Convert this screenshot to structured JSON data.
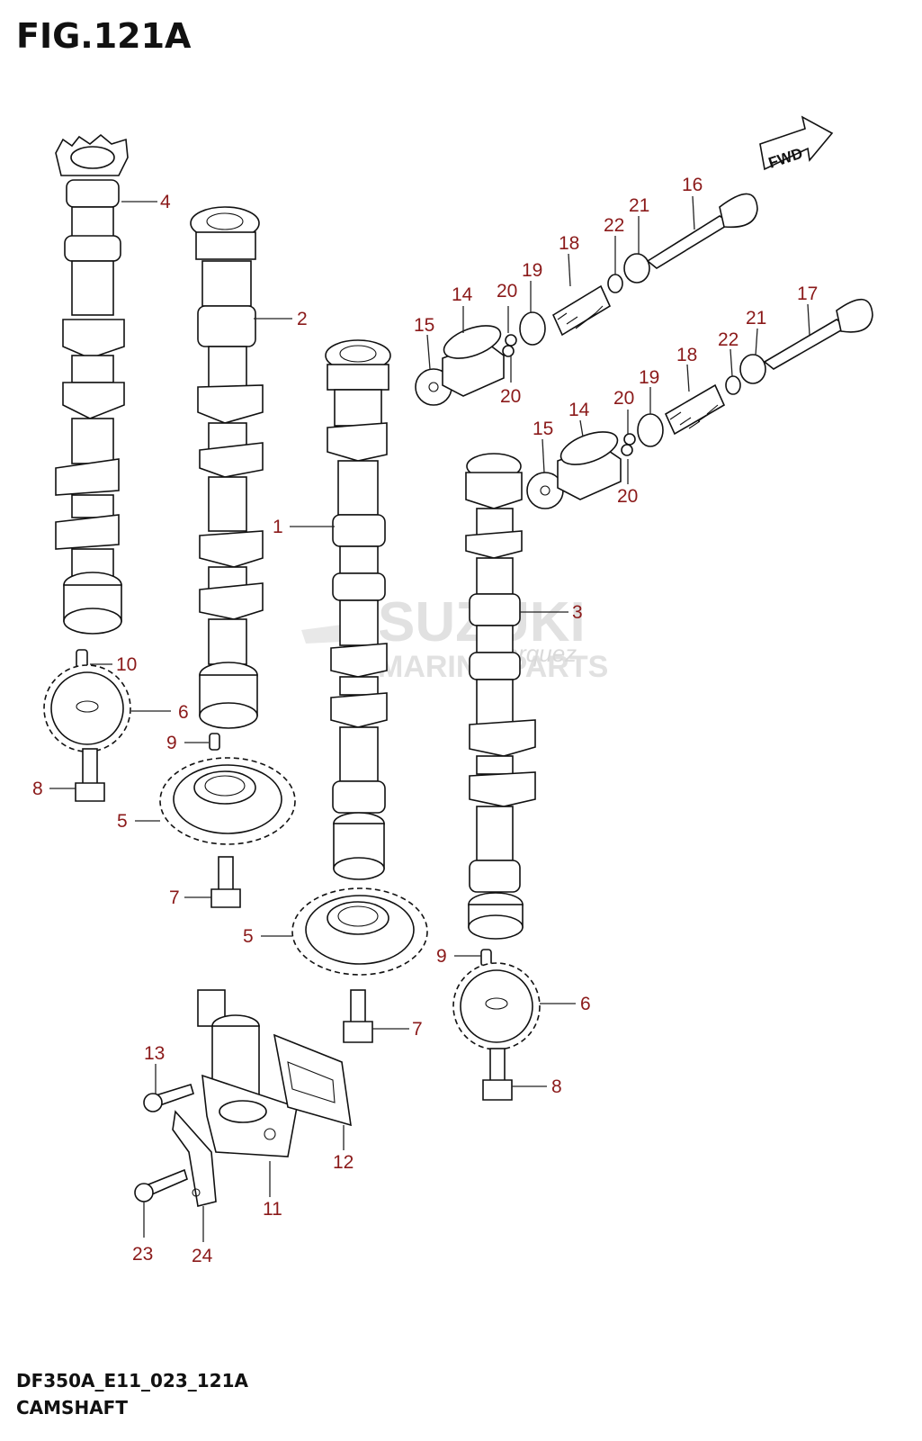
{
  "figure": {
    "title": "FIG.121A",
    "code": "DF350A_E11_023_121A",
    "caption": "CAMSHAFT",
    "direction_marker": "FWD"
  },
  "watermark": {
    "brand": "SUZUKI",
    "line2": "MARINE PARTS",
    "script": "Marquez"
  },
  "callouts": {
    "c1": "1",
    "c2": "2",
    "c3": "3",
    "c4": "4",
    "c5a": "5",
    "c5b": "5",
    "c6a": "6",
    "c6b": "6",
    "c7a": "7",
    "c7b": "7",
    "c8a": "8",
    "c8b": "8",
    "c9a": "9",
    "c9b": "9",
    "c10": "10",
    "c11": "11",
    "c12": "12",
    "c13": "13",
    "c14a": "14",
    "c14b": "14",
    "c15a": "15",
    "c15b": "15",
    "c16": "16",
    "c17": "17",
    "c18a": "18",
    "c18b": "18",
    "c19a": "19",
    "c19b": "19",
    "c20a": "20",
    "c20b": "20",
    "c20c": "20",
    "c20d": "20",
    "c21a": "21",
    "c21b": "21",
    "c22a": "22",
    "c22b": "22",
    "c23": "23",
    "c24": "24"
  }
}
